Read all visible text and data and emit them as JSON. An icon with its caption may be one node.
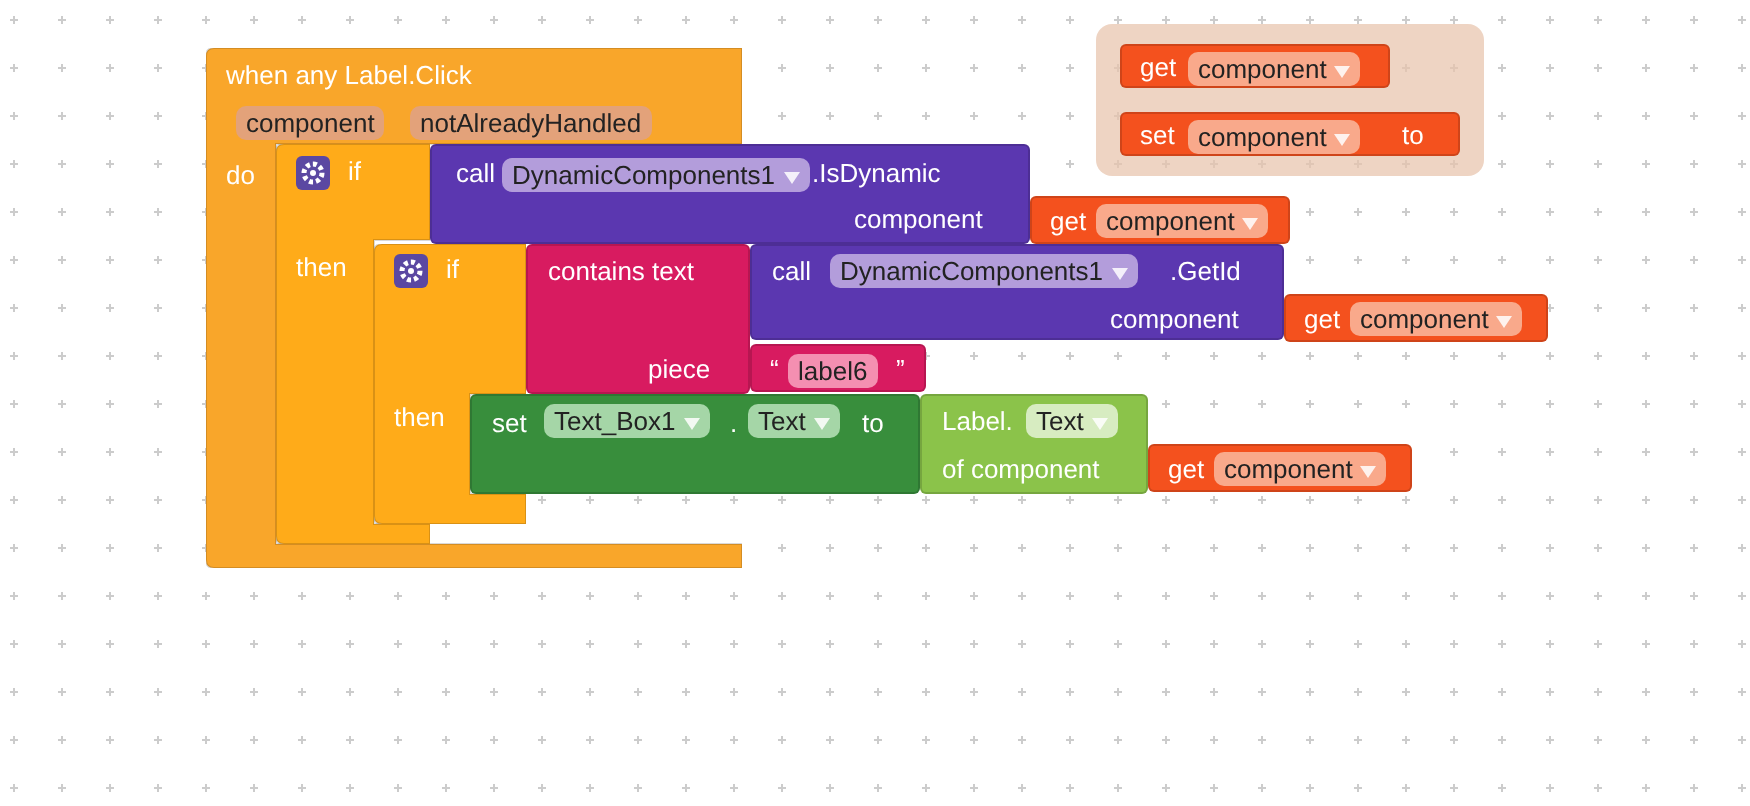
{
  "diagram": {
    "nodes": [
      {
        "text": [
          "when any Label.Click",
          "do"
        ]
      },
      {
        "text": [
          "component"
        ],
        "in": 0
      },
      {
        "text": [
          "notAlreadyHandled"
        ],
        "in": 0
      },
      {
        "text": [
          "if",
          "then"
        ],
        "in": 0
      },
      {
        "text": [
          "call",
          ".IsDynamic",
          "component"
        ]
      },
      {
        "text": [
          "DynamicComponents1"
        ],
        "in": 4
      },
      {
        "text": [
          "get"
        ]
      },
      {
        "text": [
          "component"
        ],
        "in": 6
      },
      {
        "text": [
          "if",
          "then"
        ],
        "in": 0
      },
      {
        "text": [
          "contains text",
          "piece"
        ]
      },
      {
        "text": [
          "call",
          ".GetId",
          "component"
        ]
      },
      {
        "text": [
          "DynamicComponents1"
        ],
        "in": 10
      },
      {
        "text": [
          "get"
        ]
      },
      {
        "text": [
          "component"
        ],
        "in": 12
      },
      {
        "text": [
          "“",
          "”"
        ]
      },
      {
        "text": [
          "label6"
        ],
        "in": 14
      },
      {
        "text": [
          "set",
          ".",
          "to"
        ]
      },
      {
        "text": [
          "Text_Box1"
        ],
        "in": 16
      },
      {
        "text": [
          "Text"
        ],
        "in": 16
      },
      {
        "text": [
          "Label.",
          "of component"
        ]
      },
      {
        "text": [
          "Text"
        ],
        "in": 19
      },
      {
        "text": [
          "get"
        ]
      },
      {
        "text": [
          "component"
        ],
        "in": 21
      },
      {
        "text": [
          "get"
        ]
      },
      {
        "text": [
          "component"
        ],
        "in": 23
      },
      {
        "text": [
          "set",
          "to"
        ]
      },
      {
        "text": [
          "component"
        ],
        "in": 25
      }
    ]
  }
}
